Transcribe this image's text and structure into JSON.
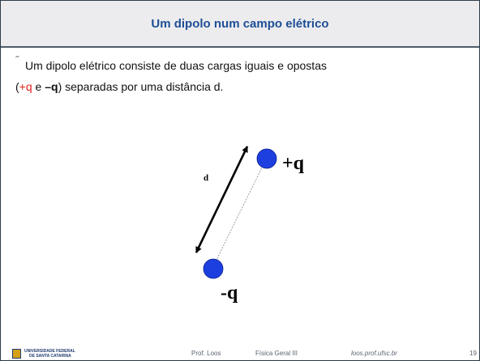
{
  "slide": {
    "title": "Um dipolo num campo elétrico",
    "bullet_marker": "˝",
    "bullet": {
      "part1": "Um dipolo elétrico consiste de duas cargas iguais e opostas",
      "open_paren": "(",
      "plus_q": "+q",
      "e_word": " e ",
      "minus_q": "–q",
      "part2": ") separadas por uma distância d."
    }
  },
  "diagram": {
    "distance_label": "d",
    "positive_label": "+q",
    "negative_label": "-q",
    "charge_color": "#1d3fe0"
  },
  "footer": {
    "university_line1": "UNIVERSIDADE FEDERAL",
    "university_line2": "DE SANTA CATARINA",
    "author": "Prof. Loos",
    "course": "Física Geral III",
    "site": "loos.prof.ufsc.br",
    "page_number": "19"
  }
}
